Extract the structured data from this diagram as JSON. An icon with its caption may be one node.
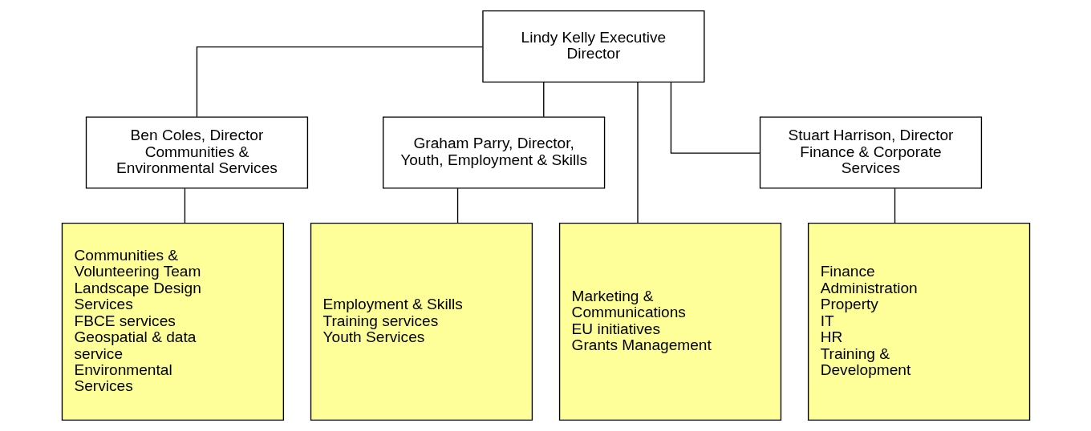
{
  "diagram": {
    "nodes": [
      {
        "text": [
          "Lindy Kelly Executive Director"
        ]
      },
      {
        "text": [
          "Ben Coles, Director Communities & Environmental Services"
        ]
      },
      {
        "text": [
          "Graham Parry, Director, Youth, Employment & Skills"
        ]
      },
      {
        "text": [
          "Stuart Harrison, Director Finance & Corporate Services"
        ]
      },
      {
        "text": [
          "Communities & Volunteering Team",
          "Landscape Design Services",
          "FBCE services",
          "Geospatial & data service",
          "Environmental Services"
        ]
      },
      {
        "text": [
          "Employment & Skills Training services",
          "Youth Services"
        ]
      },
      {
        "text": [
          "Marketing & Communications",
          "EU initiatives",
          "Grants Management"
        ]
      },
      {
        "text": [
          "Finance",
          "Administration",
          "Property",
          "IT",
          "HR",
          "Training & Development"
        ]
      }
    ],
    "edges": [
      {
        "from": 0,
        "to": 1,
        "arrow": "none"
      },
      {
        "from": 0,
        "to": 2,
        "arrow": "none"
      },
      {
        "from": 0,
        "to": 6,
        "arrow": "none"
      },
      {
        "from": 0,
        "to": 3,
        "arrow": "none"
      },
      {
        "from": 1,
        "to": 4,
        "arrow": "none"
      },
      {
        "from": 2,
        "to": 5,
        "arrow": "none"
      },
      {
        "from": 3,
        "to": 7,
        "arrow": "none"
      }
    ]
  }
}
